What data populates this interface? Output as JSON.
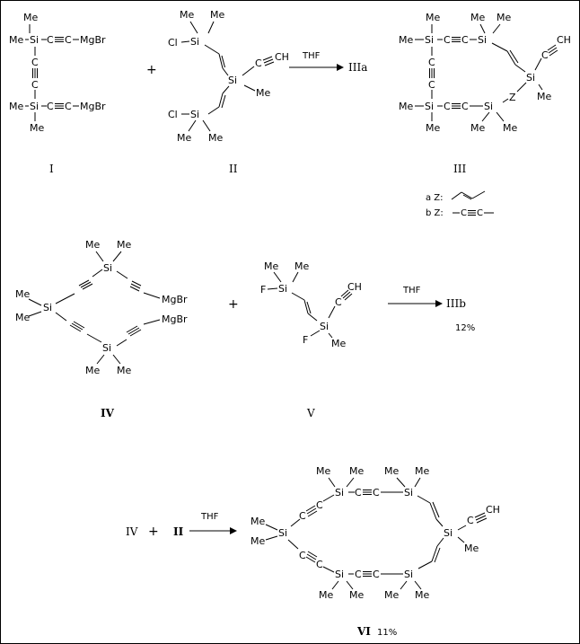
{
  "atoms": {
    "me": "Me",
    "si": "Si",
    "cl": "Cl",
    "f": "F",
    "mgbr": "MgBr",
    "c": "C",
    "ch": "CH",
    "z": "Z",
    "c_equiv_c": "C≡C",
    "c_triple_ch": "≡CH"
  },
  "reagents": {
    "thf": "THF",
    "plus": "+"
  },
  "compounds": {
    "I": "I",
    "II": "II",
    "III": "III",
    "IIIa": "IIIa",
    "IIIb": "IIIb",
    "IV": "IV",
    "V": "V",
    "VI": "VI"
  },
  "legend": {
    "a_prefix": "a  Z:",
    "b_prefix": "b  Z:"
  },
  "yields": {
    "IIIb": "12%",
    "VI": "11%"
  }
}
